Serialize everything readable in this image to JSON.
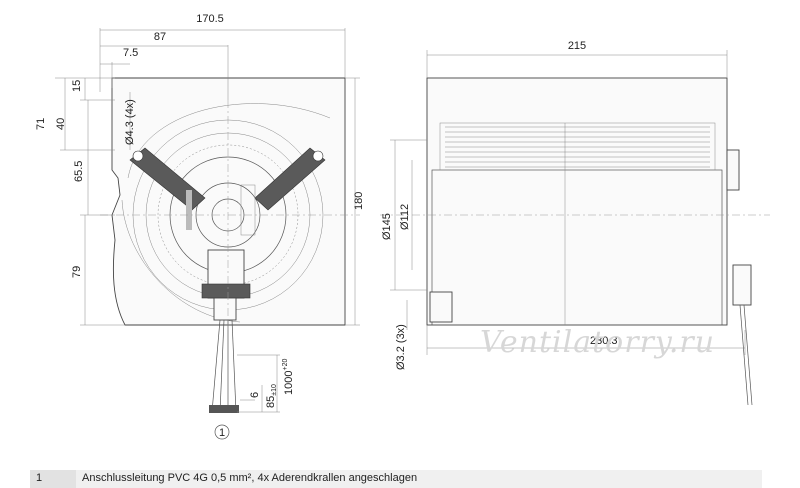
{
  "dimensions": {
    "front": {
      "width_total": "170.5",
      "width_to_center": "87",
      "offset_small": "7.5",
      "hole": "Ø4.3 (4x)",
      "v15": "15",
      "v40": "40",
      "v71": "71",
      "v65_5": "65.5",
      "v79": "79",
      "height": "180"
    },
    "side": {
      "length": "215",
      "dia_outer": "Ø145",
      "dia_inner": "Ø112",
      "hole_small": "Ø3.2 (3x)",
      "length_total": "230.3"
    },
    "cable": {
      "length": "1000",
      "length_tol": "+20",
      "strip": "85",
      "strip_tol": "±10",
      "core": "6"
    }
  },
  "callout": "1",
  "watermark": "Ventilatorry.ru",
  "legend": [
    {
      "num": "1",
      "text": "Anschlussleitung PVC 4G 0,5 mm², 4x Aderendkrallen angeschlagen"
    }
  ]
}
